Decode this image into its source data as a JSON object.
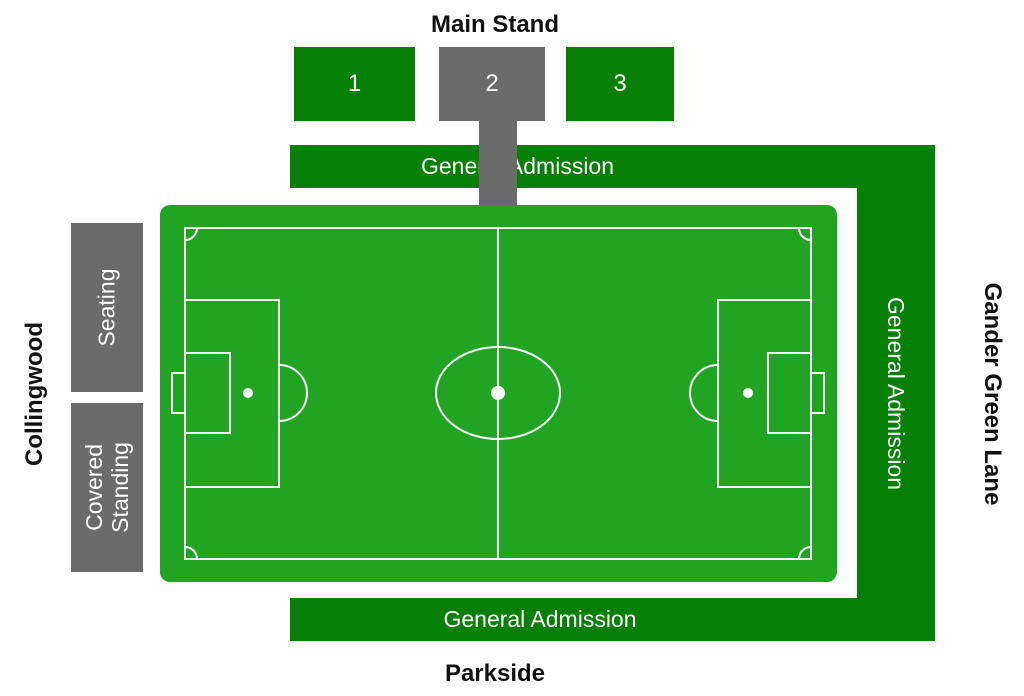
{
  "colors": {
    "stand_green": "#058005",
    "stand_grey": "#6b6b6b",
    "pitch_green": "#21a421",
    "pitch_lines": "#ffffff"
  },
  "labels": {
    "top": "Main Stand",
    "bottom": "Parkside",
    "left": "Collingwood",
    "right": "Gander Green Lane"
  },
  "main_stand_sections": [
    "1",
    "2",
    "3"
  ],
  "stands": {
    "north_ga": "General Admission",
    "east_ga": "General Admission",
    "south_ga": "General Admission",
    "west_seating": "Seating",
    "west_covered_line1": "Covered",
    "west_covered_line2": "Standing"
  }
}
